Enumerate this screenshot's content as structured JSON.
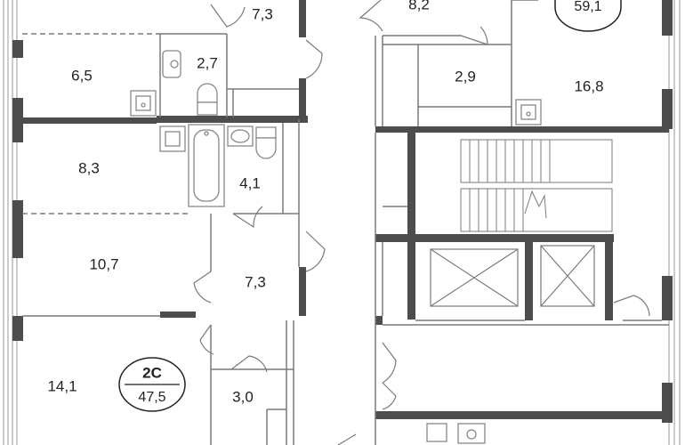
{
  "colors": {
    "wall": "#4d4d4d",
    "line": "#7a7a7a",
    "fixture": "#888888",
    "text": "#222222"
  },
  "rooms": [
    {
      "id": "r1",
      "area": "7,3"
    },
    {
      "id": "r2",
      "area": "6,5"
    },
    {
      "id": "r3",
      "area": "2,7"
    },
    {
      "id": "r4",
      "area": "8,3"
    },
    {
      "id": "r5",
      "area": "4,1"
    },
    {
      "id": "r6",
      "area": "10,7"
    },
    {
      "id": "r7",
      "area": "7,3"
    },
    {
      "id": "r8",
      "area": "14,1"
    },
    {
      "id": "r9",
      "area": "3,0"
    },
    {
      "id": "r10",
      "area": "8,2"
    },
    {
      "id": "r11",
      "area": "2,9"
    },
    {
      "id": "r12",
      "area": "16,8"
    }
  ],
  "apartments": [
    {
      "id": "2c",
      "type": "2С",
      "area": "47,5"
    },
    {
      "id": "top",
      "area": "59,1"
    }
  ]
}
